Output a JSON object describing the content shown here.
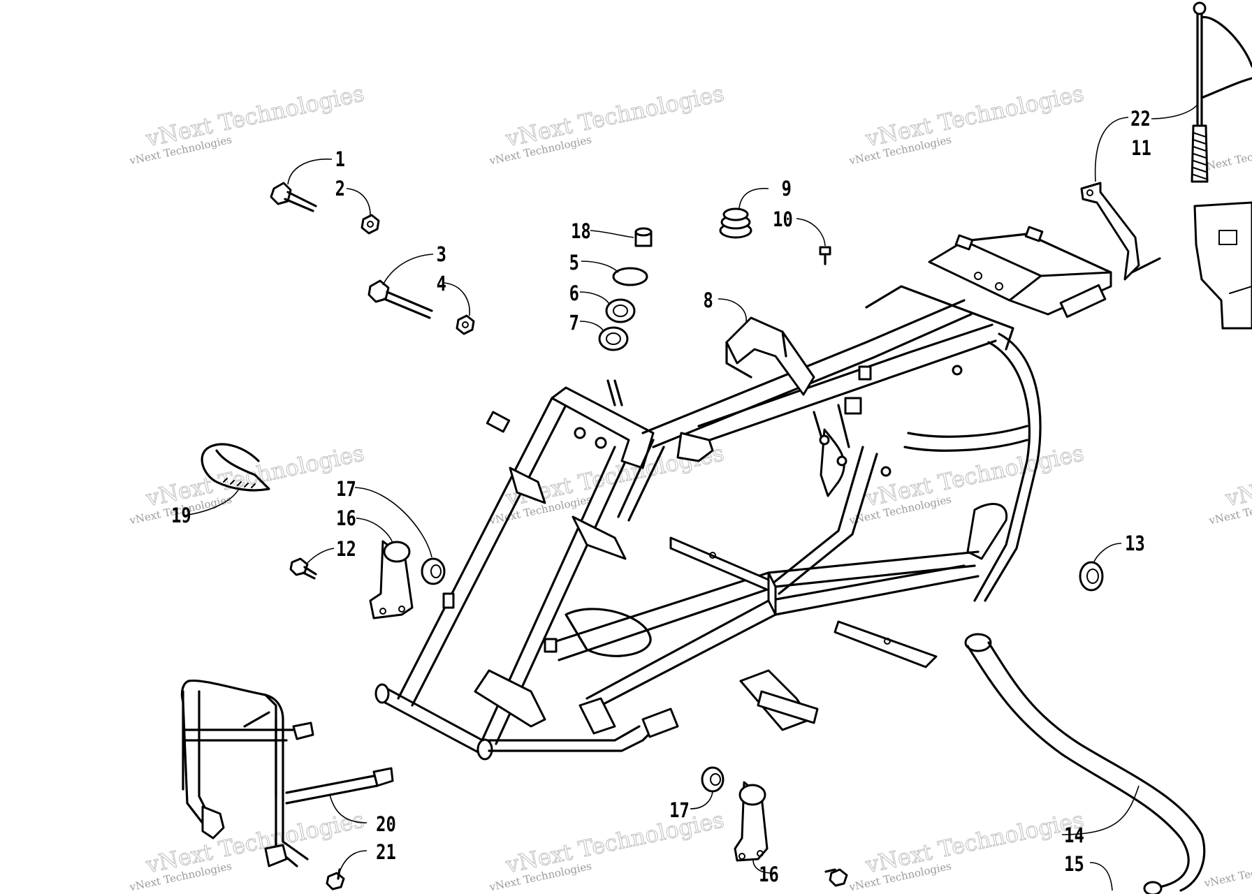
{
  "watermark": {
    "line1": "vNext Technologies",
    "line2": "vNext Technologies"
  },
  "callouts": [
    {
      "id": "c1",
      "label": "1"
    },
    {
      "id": "c2",
      "label": "2"
    },
    {
      "id": "c3",
      "label": "3"
    },
    {
      "id": "c4",
      "label": "4"
    },
    {
      "id": "c5",
      "label": "5"
    },
    {
      "id": "c6",
      "label": "6"
    },
    {
      "id": "c7",
      "label": "7"
    },
    {
      "id": "c8",
      "label": "8"
    },
    {
      "id": "c9",
      "label": "9"
    },
    {
      "id": "c10",
      "label": "10"
    },
    {
      "id": "c11",
      "label": "11"
    },
    {
      "id": "c12",
      "label": "12"
    },
    {
      "id": "c13",
      "label": "13"
    },
    {
      "id": "c14",
      "label": "14"
    },
    {
      "id": "c15",
      "label": "15"
    },
    {
      "id": "c16a",
      "label": "16"
    },
    {
      "id": "c16b",
      "label": "16"
    },
    {
      "id": "c17a",
      "label": "17"
    },
    {
      "id": "c17b",
      "label": "17"
    },
    {
      "id": "c18",
      "label": "18"
    },
    {
      "id": "c19",
      "label": "19"
    },
    {
      "id": "c20",
      "label": "20"
    },
    {
      "id": "c21",
      "label": "21"
    },
    {
      "id": "c22",
      "label": "22"
    }
  ]
}
